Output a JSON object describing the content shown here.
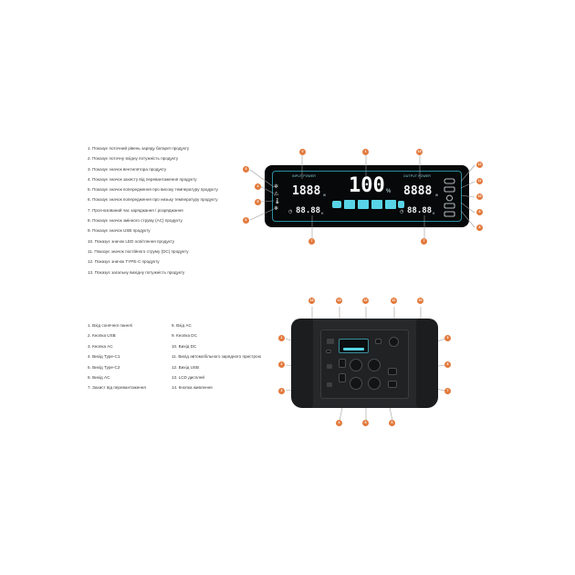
{
  "lcd_legend": [
    "1. Показує поточний рівень заряду батареї продукту",
    "2. Показує поточну вхідну потужність продукту",
    "3. Показує значок вентилятора продукту",
    "4. Показує значок захисту від перевантаження продукту",
    "5. Показує значок попередження про високу температуру продукту",
    "6. Показує значок попередження про низьку температуру продукту",
    "7. Прогнозований час заряджання / розряджання",
    "8. Показує значок змінного струму (AC) продукту",
    "9. Показує значок USB продукту",
    "10. Показує значок LED освітлення продукту",
    "11. Показує значок постійного струму (DC) продукту",
    "12. Показує значок TYPE-C продукту",
    "13. Показує загальну вихідну потужність продукту"
  ],
  "lcd": {
    "input_label": "INPUT POWER",
    "output_label": "OUTPUT POWER",
    "input_value": "1888",
    "output_value": "8888",
    "watt_unit": "W",
    "battery_value": "100",
    "percent": "%",
    "time_left": "88.88",
    "time_right": "88.88",
    "time_unit": "H"
  },
  "lcd_badges": {
    "b2": "2",
    "b1": "1",
    "b13": "13",
    "b3": "3",
    "b4": "4",
    "b5": "5",
    "b6": "6",
    "b7a": "7",
    "b7b": "7",
    "b12": "12",
    "b11": "11",
    "b10": "10",
    "b9": "9",
    "b8": "8"
  },
  "panel_legend_left": [
    "1. Вхід сонячної панелі",
    "2. Кнопка USB",
    "3. Кнопка AC",
    "4. Вихід Type-C1",
    "5. Вихід Type-C2",
    "6. Вихід AC",
    "7. Захист від перевантаження"
  ],
  "panel_legend_right": [
    "8. Вхід AC",
    "9. Кнопка DC",
    "10. Вихід DC",
    "11. Вихід автомобільного зарядного пристрою",
    "12. Вихід USB",
    "13. LCD дисплей",
    "14. Кнопка живлення"
  ],
  "station_badges": {
    "s14": "14",
    "s13": "13",
    "s12": "12",
    "s11": "11",
    "s10": "10",
    "s1": "1",
    "s2": "2",
    "s3": "3",
    "s9": "9",
    "s8": "8",
    "s7": "7",
    "s4": "4",
    "s5": "5",
    "s6": "6"
  },
  "accent_color": "#e27a3d",
  "lcd_accent_color": "#58d4e6"
}
